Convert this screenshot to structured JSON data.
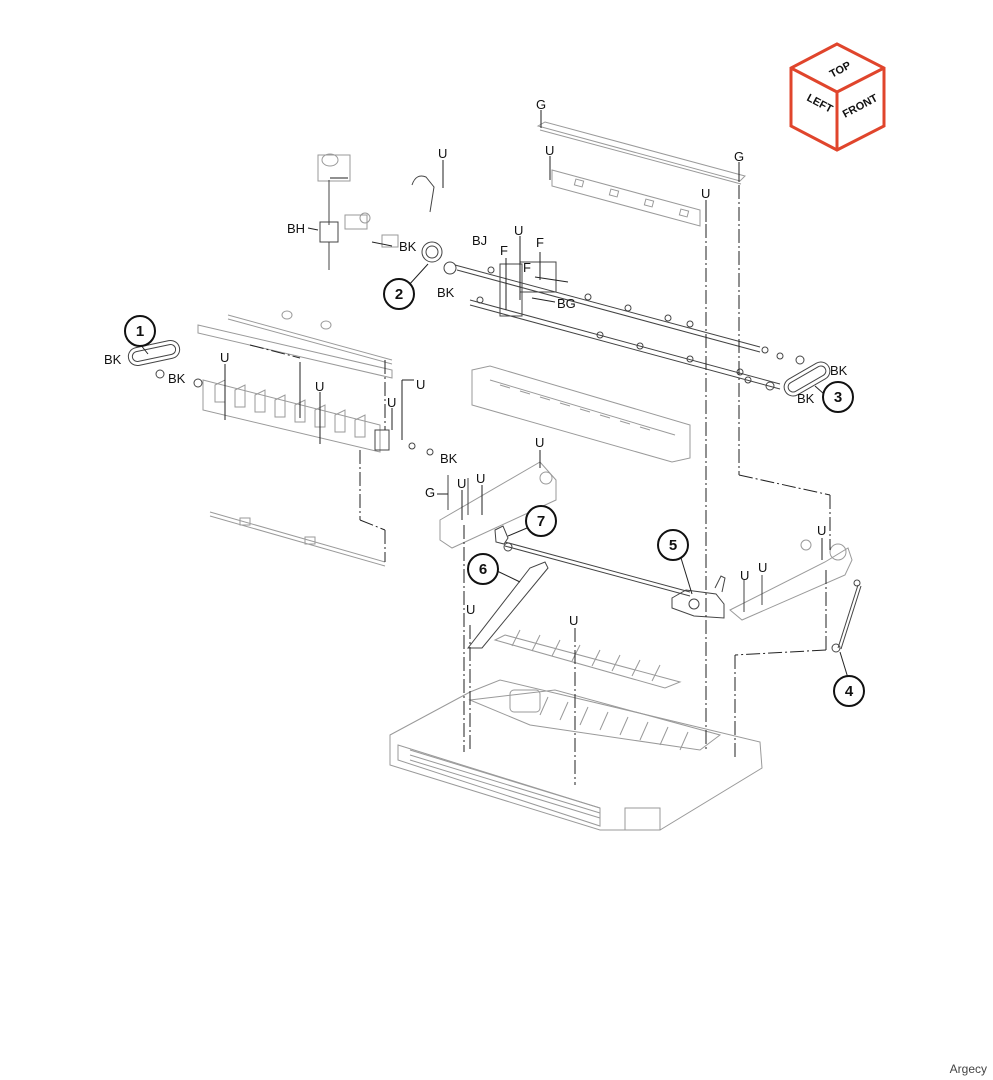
{
  "orientation_cube": {
    "top": "TOP",
    "left": "LEFT",
    "front": "FRONT",
    "edge_color": "#e0452c"
  },
  "callouts": [
    "1",
    "2",
    "3",
    "4",
    "5",
    "6",
    "7"
  ],
  "fastener_labels": {
    "bh": "BH",
    "bj": "BJ",
    "bg": "BG",
    "g": "G",
    "f": "F",
    "u": "U",
    "bk": "BK"
  },
  "credit": "Argecy"
}
